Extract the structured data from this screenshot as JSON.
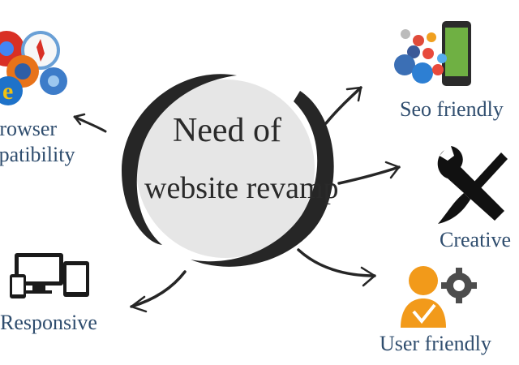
{
  "center": {
    "line1": "Need of",
    "line2": "website revamp"
  },
  "nodes": {
    "browser": {
      "line1": "Browser",
      "line2": "Compatibility"
    },
    "seo": {
      "label": "Seo friendly"
    },
    "creative": {
      "label": "Creative"
    },
    "responsive": {
      "label": "Responsive"
    },
    "user": {
      "label": "User friendly"
    }
  },
  "colors": {
    "label_text": "#2f4d6e",
    "ring": "#262626",
    "inner_circle": "#e6e6e6",
    "arrow": "#262626",
    "user_icon": "#f29a1a",
    "gear_icon": "#4d4d4d"
  },
  "icons": {
    "browser": "browser-logos-icon",
    "seo": "social-media-phone-icon",
    "creative": "wrench-brush-icon",
    "responsive": "responsive-devices-icon",
    "user": "user-gear-icon"
  }
}
